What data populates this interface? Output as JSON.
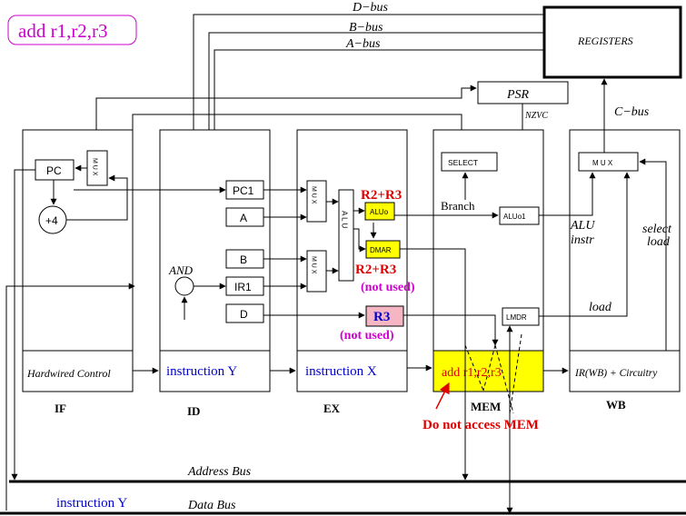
{
  "title": "add r1,r2,r3",
  "buses": {
    "d_bus": "D−bus",
    "b_bus": "B−bus",
    "a_bus": "A−bus",
    "c_bus": "C−bus",
    "address_bus": "Address Bus",
    "data_bus": "Data Bus"
  },
  "blocks": {
    "registers": "REGISTERS",
    "psr": "PSR",
    "nzvc": "NZVC",
    "select": "SELECT",
    "pc": "PC",
    "mux": "M U X",
    "plus4": "+4",
    "pc1": "PC1",
    "a": "A",
    "b": "B",
    "ir1": "IR1",
    "d": "D",
    "and": "AND",
    "alu": "A L U",
    "aluo": "ALUo",
    "dmar": "DMAR",
    "r3": "R3",
    "branch": "Branch",
    "aluo1": "ALUo1",
    "lmdr": "LMDR",
    "alu_instr_1": "ALU",
    "alu_instr_2": "instr",
    "select_load_1": "select",
    "select_load_2": "load",
    "load": "load",
    "hardwired_control": "Hardwired Control",
    "mem_instr": "add r1,r2,r3",
    "wb_text": "IR(WB) + Circuitry"
  },
  "stage_instructions": {
    "id": "instruction Y",
    "ex": "instruction X"
  },
  "annotations": {
    "r2r3_top": "R2+R3",
    "r2r3_bottom": "R2+R3",
    "not_used_1": "(not used)",
    "not_used_2": "(not used)",
    "do_not_access": "Do not access MEM",
    "data_bus_instr": "instruction Y"
  },
  "stages": {
    "if": "IF",
    "id": "ID",
    "ex": "EX",
    "mem": "MEM",
    "wb": "WB"
  },
  "colors": {
    "highlight_yellow": "#ffff00",
    "r3_pink": "#f4b6c2",
    "red": "#e00000",
    "magenta": "#cc00cc",
    "blue": "#0000cc"
  }
}
